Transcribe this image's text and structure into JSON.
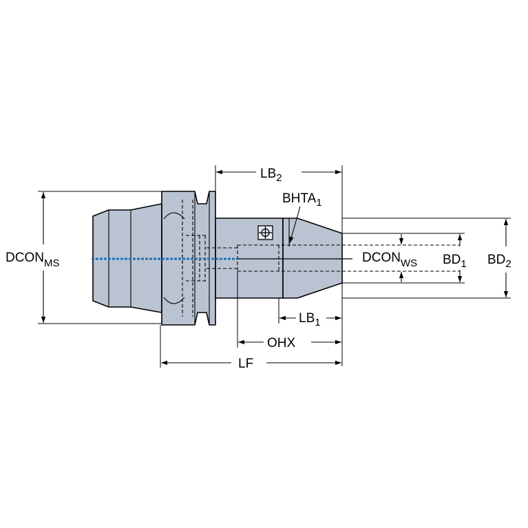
{
  "diagram": {
    "colors": {
      "body_fill": "#b9c3d2",
      "body_dark": "#98a4b6",
      "outline": "#000000",
      "coolant_line": "#1f6fb3",
      "background": "#ffffff"
    },
    "labels": {
      "lb2": {
        "main": "LB",
        "sub": "2"
      },
      "bhta1": {
        "main": "BHTA",
        "sub": "1"
      },
      "dcon_ms": {
        "main": "DCON",
        "sub": "MS"
      },
      "dcon_ws": {
        "main": "DCON",
        "sub": "WS"
      },
      "bd1": {
        "main": "BD",
        "sub": "1"
      },
      "bd2": {
        "main": "BD",
        "sub": "2"
      },
      "lb1": {
        "main": "LB",
        "sub": "1"
      },
      "ohx": {
        "main": "OHX"
      },
      "lf": {
        "main": "LF"
      }
    }
  }
}
